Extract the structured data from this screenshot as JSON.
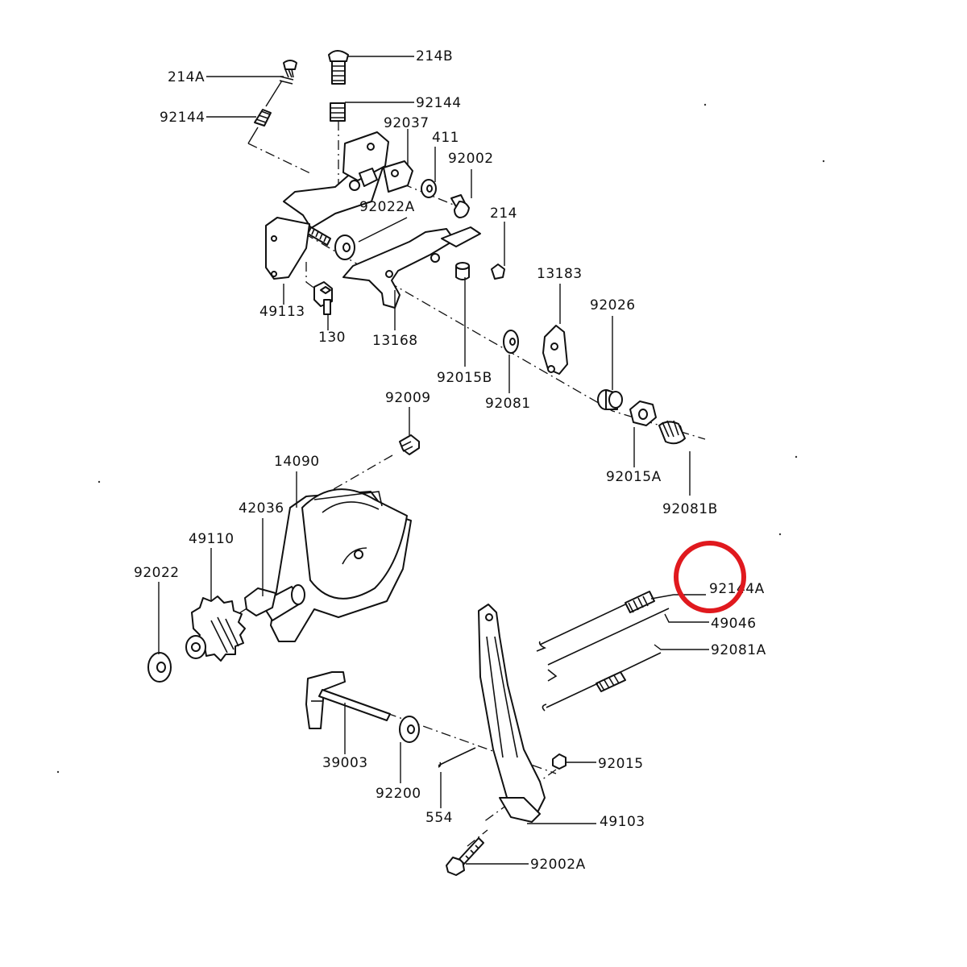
{
  "diagram": {
    "labels": [
      {
        "key": "p214A",
        "text": "214A"
      },
      {
        "key": "p214B",
        "text": "214B"
      },
      {
        "key": "p92144_l",
        "text": "92144"
      },
      {
        "key": "p92144_r",
        "text": "92144"
      },
      {
        "key": "p92037",
        "text": "92037"
      },
      {
        "key": "p411",
        "text": "411"
      },
      {
        "key": "p92002",
        "text": "92002"
      },
      {
        "key": "p92022A",
        "text": "92022A"
      },
      {
        "key": "p214",
        "text": "214"
      },
      {
        "key": "p13183",
        "text": "13183"
      },
      {
        "key": "p92026",
        "text": "92026"
      },
      {
        "key": "p49113",
        "text": "49113"
      },
      {
        "key": "p130",
        "text": "130"
      },
      {
        "key": "p13168",
        "text": "13168"
      },
      {
        "key": "p92015B",
        "text": "92015B"
      },
      {
        "key": "p92081",
        "text": "92081"
      },
      {
        "key": "p92009",
        "text": "92009"
      },
      {
        "key": "p14090",
        "text": "14090"
      },
      {
        "key": "p92015A",
        "text": "92015A"
      },
      {
        "key": "p92081B",
        "text": "92081B"
      },
      {
        "key": "p42036",
        "text": "42036"
      },
      {
        "key": "p49110",
        "text": "49110"
      },
      {
        "key": "p92022",
        "text": "92022"
      },
      {
        "key": "p92144A",
        "text": "92144A"
      },
      {
        "key": "p49046",
        "text": "49046"
      },
      {
        "key": "p92081A",
        "text": "92081A"
      },
      {
        "key": "p39003",
        "text": "39003"
      },
      {
        "key": "p92200",
        "text": "92200"
      },
      {
        "key": "p554",
        "text": "554"
      },
      {
        "key": "p92015",
        "text": "92015"
      },
      {
        "key": "p49103",
        "text": "49103"
      },
      {
        "key": "p92002A",
        "text": "92002A"
      }
    ],
    "highlight_color": "#e0191e"
  }
}
